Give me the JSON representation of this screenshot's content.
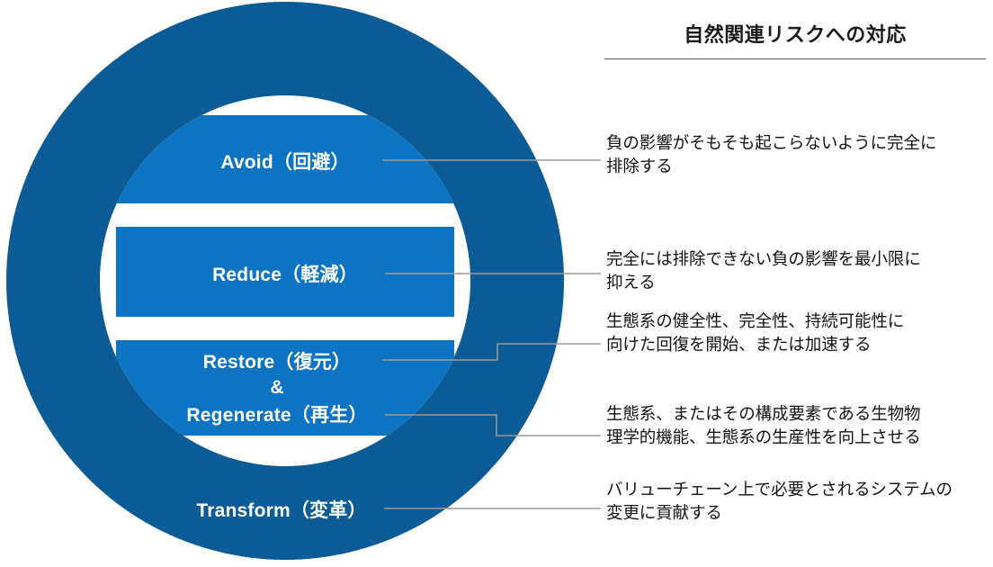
{
  "heading": {
    "title": "自然関連リスクへの対応"
  },
  "diagram": {
    "type": "concentric-mitigation-hierarchy",
    "colors": {
      "outer_ring": "#0b5c96",
      "inner_band": "#0d74c4",
      "band_label": "#ffffff",
      "connector": "#9a9a9a",
      "background": "#ffffff"
    },
    "bands": [
      {
        "id": "avoid",
        "lines": [
          "Avoid（回避）"
        ],
        "placement": "inner-band-1"
      },
      {
        "id": "reduce",
        "lines": [
          "Reduce（軽減）"
        ],
        "placement": "inner-band-2"
      },
      {
        "id": "restore-regenerate",
        "lines": [
          "Restore（復元）",
          "&",
          "Regenerate（再生）"
        ],
        "placement": "inner-band-3"
      },
      {
        "id": "transform",
        "lines": [
          "Transform（変革）"
        ],
        "placement": "outer-ring-bottom"
      }
    ]
  },
  "descriptions": [
    {
      "id": "avoid-desc",
      "lines": [
        "負の影響がそもそも起こらないように完全に",
        "排除する"
      ]
    },
    {
      "id": "reduce-desc",
      "lines": [
        "完全には排除できない負の影響を最小限に",
        "抑える"
      ]
    },
    {
      "id": "restore-desc",
      "lines": [
        "生態系の健全性、完全性、持続可能性に",
        "向けた回復を開始、または加速する"
      ]
    },
    {
      "id": "regenerate-desc",
      "lines": [
        "生態系、またはその構成要素である生物物",
        "理学的機能、生態系の生産性を向上させる"
      ]
    },
    {
      "id": "transform-desc",
      "lines": [
        "バリューチェーン上で必要とされるシステムの",
        "変更に貢献する"
      ]
    }
  ]
}
